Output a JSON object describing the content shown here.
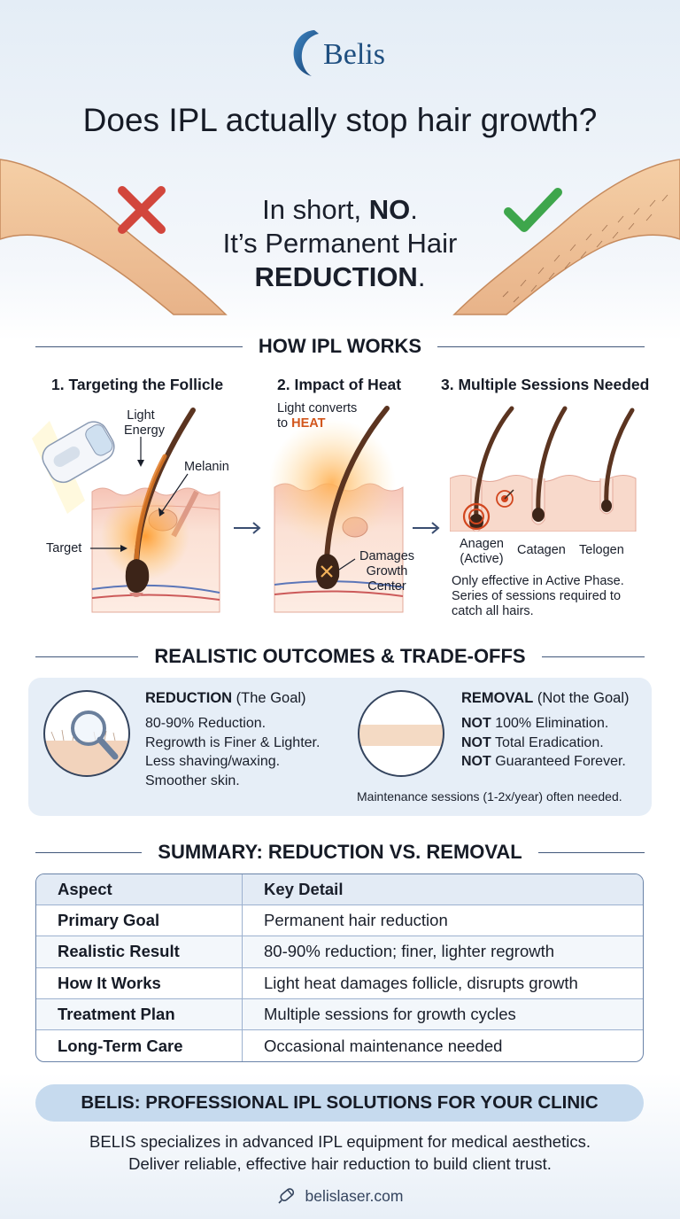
{
  "brand": {
    "name": "Belis"
  },
  "header": {
    "title": "Does IPL actually stop hair growth?",
    "answer_line1_prefix": "In short, ",
    "answer_line1_bold": "NO",
    "answer_line1_suffix": ".",
    "answer_line2": "It’s Permanent Hair",
    "answer_line3_bold": "REDUCTION",
    "answer_line3_suffix": "."
  },
  "icons": {
    "wrong": "x-mark-icon",
    "right": "check-mark-icon",
    "web": "laser-handpiece-icon",
    "colors": {
      "wrong": "#d2463c",
      "right": "#3ea64c",
      "heat": "#d2561c",
      "brand": "#1f5a8c"
    }
  },
  "how_it_works": {
    "heading": "HOW IPL WORKS",
    "steps": [
      {
        "title": "1. Targeting the Follicle",
        "labels": {
          "light_1": "Light",
          "light_2": "Energy",
          "melanin": "Melanin",
          "target": "Target"
        }
      },
      {
        "title": "2. Impact of Heat",
        "labels": {
          "converts": "Light converts",
          "to": "to ",
          "heat": "HEAT",
          "damages_1": "Damages",
          "damages_2": "Growth",
          "damages_3": "Center"
        }
      },
      {
        "title": "3. Multiple Sessions Needed",
        "labels": {
          "anagen_1": "Anagen",
          "anagen_2": "(Active)",
          "catagen": "Catagen",
          "telogen": "Telogen"
        },
        "note_lines": [
          "Only effective in Active Phase.",
          "Series of sessions required to",
          "catch all hairs."
        ]
      }
    ]
  },
  "outcomes": {
    "heading": "REALISTIC OUTCOMES & TRADE-OFFS",
    "reduction": {
      "title_bold": "REDUCTION",
      "title_rest": " (The Goal)",
      "lines": [
        "80-90% Reduction.",
        "Regrowth is Finer & Lighter.",
        "Less shaving/waxing.",
        "Smoother skin."
      ]
    },
    "removal": {
      "title_bold": "REMOVAL",
      "title_rest": " (Not the Goal)",
      "lines": [
        {
          "bold": "NOT",
          "rest": " 100% Elimination."
        },
        {
          "bold": "NOT",
          "rest": " Total Eradication."
        },
        {
          "bold": "NOT",
          "rest": " Guaranteed Forever."
        }
      ],
      "note": "Maintenance sessions (1-2x/year) often needed."
    }
  },
  "summary": {
    "heading": "SUMMARY: REDUCTION VS. REMOVAL",
    "columns": [
      "Aspect",
      "Key Detail"
    ],
    "rows": [
      [
        "Primary Goal",
        "Permanent hair reduction"
      ],
      [
        "Realistic Result",
        "80-90% reduction; finer, lighter regrowth"
      ],
      [
        "How It Works",
        "Light heat damages follicle, disrupts growth"
      ],
      [
        "Treatment Plan",
        "Multiple sessions for growth cycles"
      ],
      [
        "Long-Term Care",
        "Occasional maintenance needed"
      ]
    ]
  },
  "footer": {
    "banner": "BELIS: PROFESSIONAL IPL SOLUTIONS FOR YOUR CLINIC",
    "lines": [
      "BELIS specializes in advanced IPL equipment for medical aesthetics.",
      "Deliver reliable, effective hair reduction to build client trust."
    ],
    "website": "belislaser.com"
  }
}
